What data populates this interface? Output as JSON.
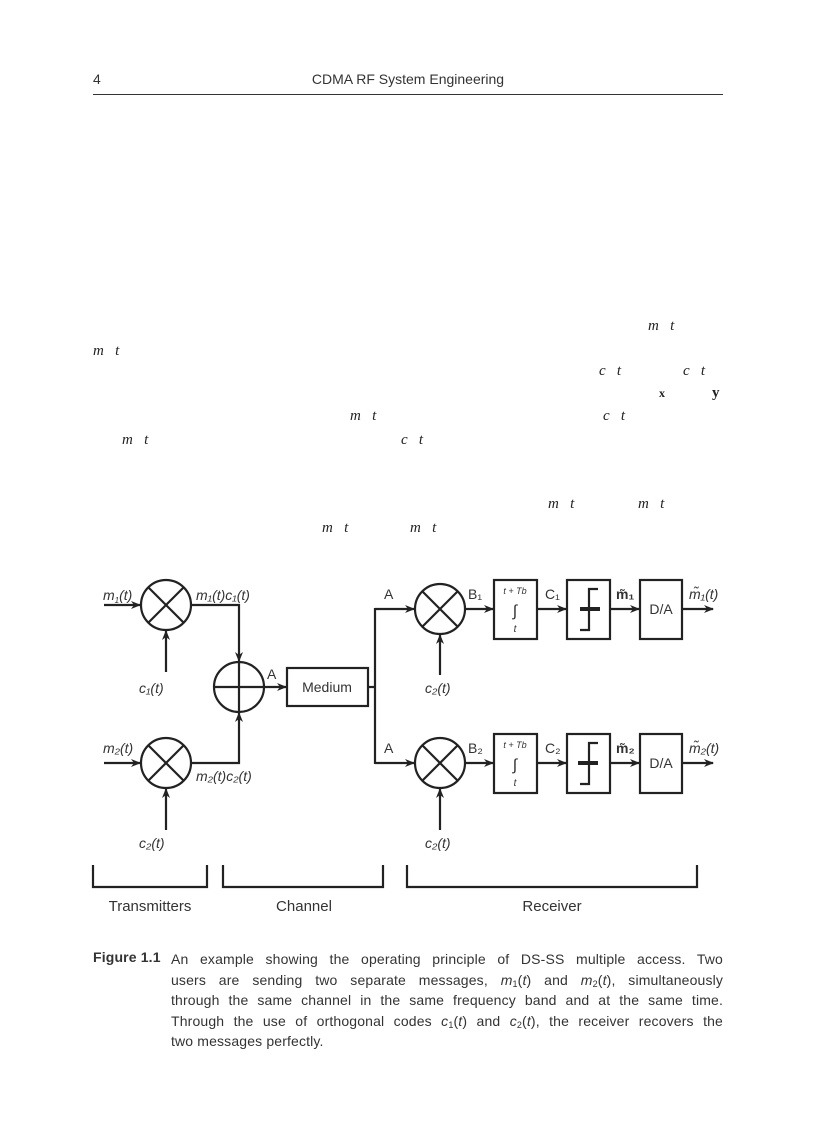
{
  "header": {
    "page_number": "4",
    "running_title": "CDMA RF System Engineering"
  },
  "body_fragments": [
    "m   t",
    "m   t",
    "c   t",
    "c   t",
    "x",
    "y",
    "m   t",
    "c   t",
    "m   t",
    "c   t",
    "m   t",
    "m   t",
    "m   t",
    "m   t"
  ],
  "diagram": {
    "tx1_in": "m",
    "tx1_in_sub": "1",
    "tx1_out": "m₁(t)c₁(t)",
    "code1": "c₁(t)",
    "tx2_in": "m₂(t)",
    "tx2_out": "m₂(t)c₂(t)",
    "code2": "c₂(t)",
    "adder_out": "A",
    "medium": "Medium",
    "branch_top": "A",
    "branch_bottom": "A",
    "rx_code_top": "c₂(t)",
    "rx_code_bottom": "c₂(t)",
    "b1": "B₁",
    "b2": "B₂",
    "int_upper": "t + Tb",
    "int_sign": "∫",
    "int_lower": "t",
    "c1": "C₁",
    "c2": "C₂",
    "mhat1": "m̃₁",
    "mhat2": "m̃₂",
    "da": "D/A",
    "out1": "m̃₁(t)",
    "out2": "m̃₂(t)",
    "sections": [
      "Transmitters",
      "Channel",
      "Receiver"
    ]
  },
  "caption": {
    "label": "Figure 1.1",
    "lines": [
      "An example showing the operating principle of DS-SS multiple access. Two",
      "users are sending two separate messages, m1(t) and m2(t), simultaneously",
      "through the same channel in the same frequency band and at the same time.",
      "Through the use of orthogonal codes c1(t) and c2(t), the receiver recovers the",
      "two messages perfectly."
    ]
  }
}
